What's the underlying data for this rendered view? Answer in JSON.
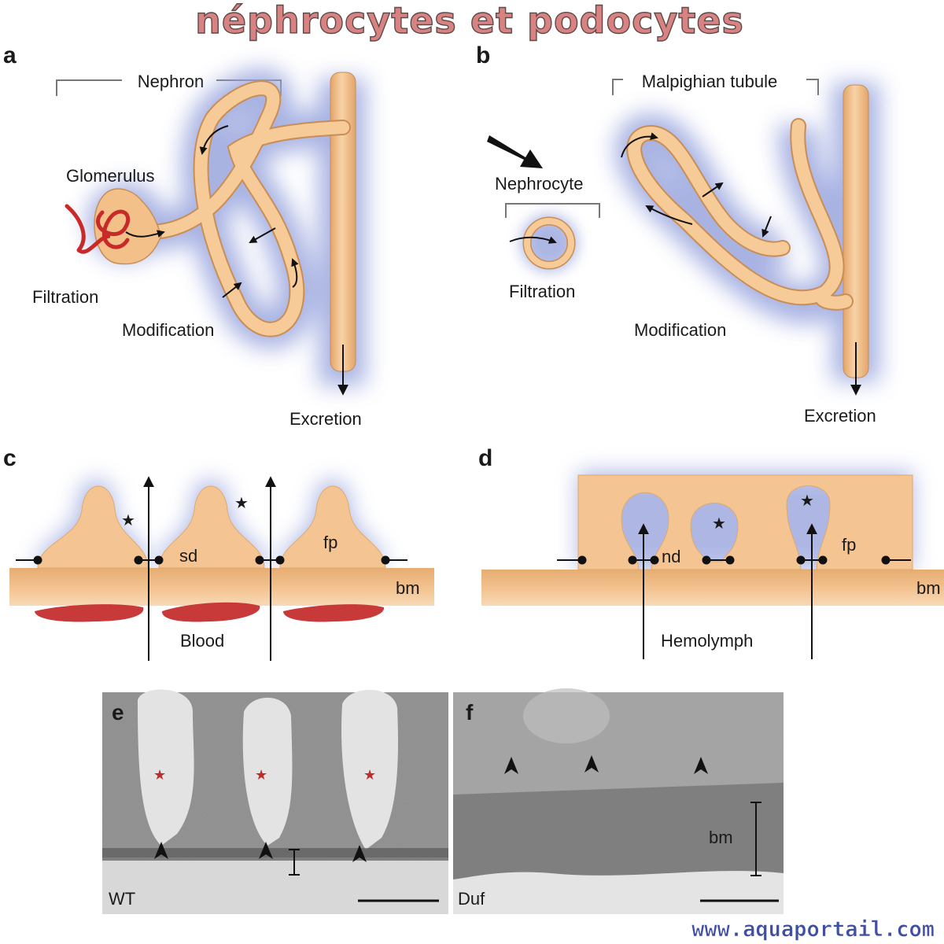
{
  "title": "néphrocytes et podocytes",
  "watermark": "www.aquaportail.com",
  "colors": {
    "title_fill": "#d98282",
    "title_stroke": "#5b4a4a",
    "tissue": "#f4c593",
    "tissue_dark": "#e0a86b",
    "glow": "#9aa6de",
    "blood": "#c83a3a",
    "watermark": "#3f4fa5"
  },
  "panels": {
    "a": {
      "letter": "a",
      "nephron": "Nephron",
      "glomerulus": "Glomerulus",
      "filtration": "Filtration",
      "modification": "Modification",
      "excretion": "Excretion"
    },
    "b": {
      "letter": "b",
      "malpighian": "Malpighian tubule",
      "nephrocyte": "Nephrocyte",
      "filtration": "Filtration",
      "modification": "Modification",
      "excretion": "Excretion"
    },
    "c": {
      "letter": "c",
      "sd": "sd",
      "fp": "fp",
      "bm": "bm",
      "blood": "Blood",
      "star": "★"
    },
    "d": {
      "letter": "d",
      "nd": "nd",
      "fp": "fp",
      "bm": "bm",
      "hemolymph": "Hemolymph",
      "star": "★"
    },
    "e": {
      "letter": "e",
      "genotype": "WT",
      "star": "★",
      "arrowhead": "➤"
    },
    "f": {
      "letter": "f",
      "genotype": "Duf",
      "bm": "bm",
      "arrowhead": "➤"
    }
  }
}
